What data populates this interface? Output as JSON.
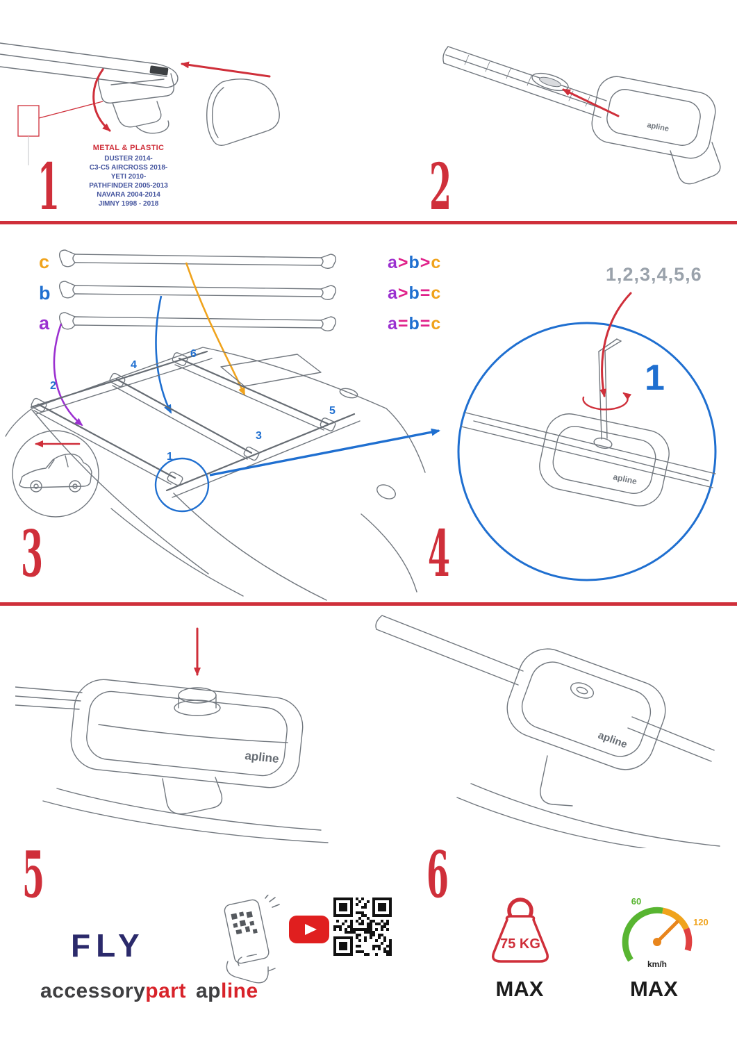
{
  "steps": [
    "1",
    "2",
    "3",
    "4",
    "5",
    "6"
  ],
  "step1": {
    "material": "METAL & PLASTIC",
    "vehicles": [
      "DUSTER 2014-",
      "C3-C5 AIRCROSS 2018-",
      "YETI 2010-",
      "PATHFINDER 2005-2013",
      "NAVARA 2004-2014",
      "JIMNY 1998 - 2018"
    ]
  },
  "step3": {
    "bar_labels": [
      "c",
      "b",
      "a"
    ],
    "legend": [
      {
        "a": "a",
        "op1": ">",
        "b": "b",
        "op2": ">",
        "c": "c"
      },
      {
        "a": "a",
        "op1": ">",
        "b": "b",
        "op2": "=",
        "c": "c"
      },
      {
        "a": "a",
        "op1": "=",
        "b": "b",
        "op2": "=",
        "c": "c"
      }
    ],
    "positions": [
      "1",
      "2",
      "3",
      "4",
      "5",
      "6"
    ]
  },
  "step4": {
    "sequence": "1,2,3,4,5,6",
    "first_position": "1"
  },
  "branding": {
    "product": "FLY",
    "company_gray": "accessory",
    "company_red": "part",
    "logo_gray": "ap",
    "logo_red": "line",
    "apline": "apline"
  },
  "limits": {
    "weight": "75 KG",
    "weight_max_label": "MAX",
    "speed_60": "60",
    "speed_120": "120",
    "speed_unit": "km/h",
    "speed_max_label": "MAX"
  },
  "colors": {
    "accent_red": "#cf2f3a",
    "blue": "#1f6fd0",
    "purple": "#9b30d0",
    "orange": "#f0a31c",
    "magenta": "#e0218a",
    "navy": "#2b2a6b"
  }
}
